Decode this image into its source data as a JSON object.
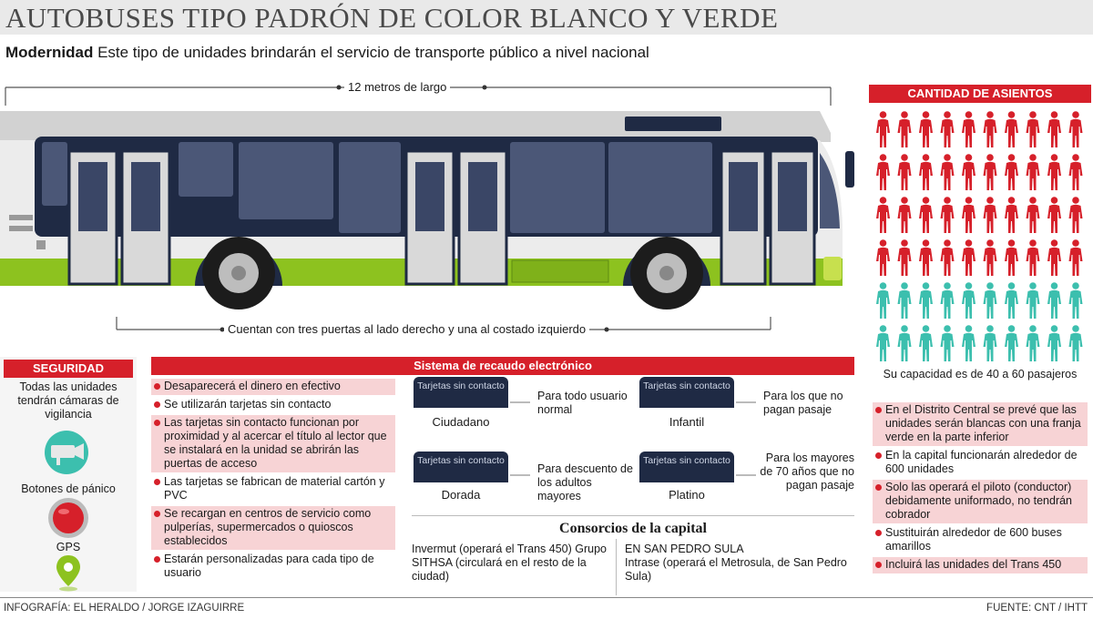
{
  "header": {
    "title": "AUTOBUSES TIPO PADRÓN DE COLOR BLANCO Y VERDE",
    "subtitle_bold": "Modernidad",
    "subtitle_text": " Este tipo de unidades brindarán el servicio de transporte público a nivel nacional"
  },
  "bus": {
    "length_label": "12 metros de largo",
    "doors_label": "Cuentan con tres puertas al lado derecho y una al costado izquierdo",
    "colors": {
      "body": "#e8e8e8",
      "green": "#8dc21f",
      "window": "#1f2a44",
      "roof": "#cfcfcf"
    }
  },
  "seats": {
    "header": "CANTIDAD DE ASIENTOS",
    "seated_count": 40,
    "standing_count": 20,
    "seated_color": "#d6202a",
    "standing_color": "#3cbfae",
    "caption": "Su capacidad es de 40 a 60 pasajeros"
  },
  "security": {
    "header": "SEGURIDAD",
    "cameras_text": "Todas las unidades tendrán cámaras de vigilancia",
    "panic_text": "Botones de pánico",
    "gps_text": "GPS"
  },
  "recaudo": {
    "header": "Sistema de recaudo electrónico",
    "bullets": [
      {
        "text": "Desaparecerá el dinero en efectivo",
        "shaded": true
      },
      {
        "text": "Se utilizarán tarjetas sin contacto",
        "shaded": false
      },
      {
        "text": "Las tarjetas sin contacto funcionan por proximidad y al acercar el título al lector que se instalará en la unidad se abrirán las puertas de acceso",
        "shaded": true
      },
      {
        "text": "Las tarjetas se fabrican de material cartón y PVC",
        "shaded": false
      },
      {
        "text": "Se recargan en centros de servicio como pulperías, supermercados o quioscos establecidos",
        "shaded": true
      },
      {
        "text": "Estarán personalizadas para cada tipo de usuario",
        "shaded": false
      }
    ],
    "card_label": "Tarjetas sin contacto",
    "cards": [
      {
        "name": "Ciudadano",
        "desc": "Para todo usuario normal"
      },
      {
        "name": "Infantil",
        "desc": "Para los que no pagan pasaje"
      },
      {
        "name": "Dorada",
        "desc": "Para descuento de los adultos mayores"
      },
      {
        "name": "Platino",
        "desc": "Para los mayores de 70 años que no pagan pasaje"
      }
    ]
  },
  "consorcios": {
    "header": "Consorcios de la capital",
    "left": "Invermut (operará el Trans 450) Grupo SITHSA (circulará en el resto de la ciudad)",
    "right_title": "EN SAN PEDRO SULA",
    "right": "Intrase (operará el Metrosula, de San Pedro Sula)"
  },
  "notes": [
    {
      "text": "En el Distrito Central se prevé que las unidades serán blancas con una franja verde en la parte inferior",
      "shaded": true
    },
    {
      "text": "En la capital funcionarán alrededor de 600 unidades",
      "shaded": false
    },
    {
      "text": "Solo las operará el piloto (conductor) debidamente uniformado, no tendrán cobrador",
      "shaded": true
    },
    {
      "text": "Sustituirán alrededor de 600 buses amarillos",
      "shaded": false
    },
    {
      "text": "Incluirá las unidades del Trans 450",
      "shaded": true
    }
  ],
  "footer": {
    "credit": "INFOGRAFÍA: EL HERALDO / JORGE IZAGUIRRE",
    "source": "FUENTE: CNT / IHTT"
  }
}
